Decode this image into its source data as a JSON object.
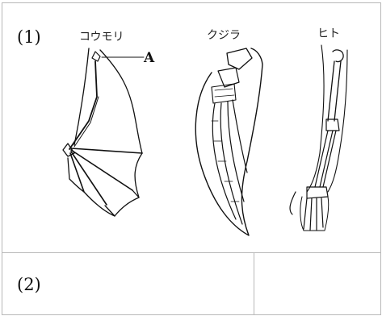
{
  "question": {
    "part1_label": "(1)",
    "part2_label": "(2)"
  },
  "figure": {
    "animals": [
      {
        "key": "bat",
        "name": "コウモリ"
      },
      {
        "key": "whale",
        "name": "クジラ"
      },
      {
        "key": "human",
        "name": "ヒト"
      }
    ],
    "pointer_label": "A"
  },
  "colors": {
    "border": "#b8b8b8",
    "ink": "#111111"
  }
}
